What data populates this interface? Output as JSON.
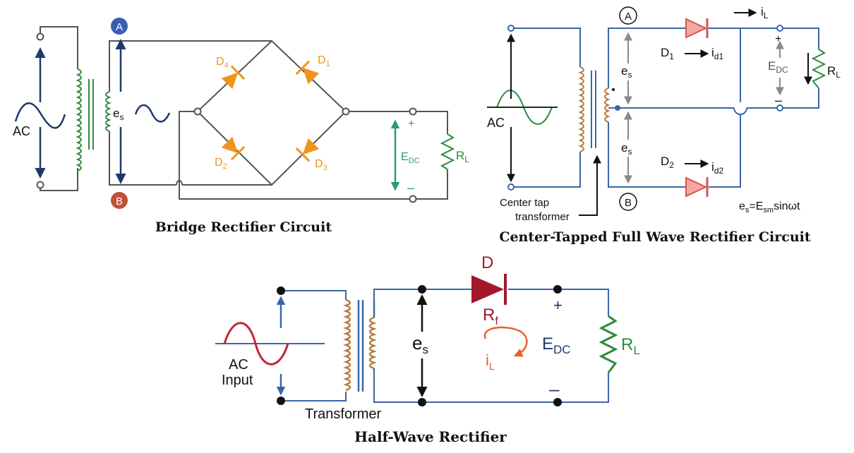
{
  "colors": {
    "wire_gray": "#555555",
    "wire_blue": "#3a66a8",
    "navy": "#1b3a6b",
    "coil_green": "#2e8b3a",
    "coil_brown": "#b37a3a",
    "diode_orange": "#f0941d",
    "diode_pink": "#f4a7a3",
    "diode_red": "#d9534f",
    "diode_dark_red": "#a3172b",
    "teal": "#2a9d6b",
    "current_orange": "#e8602c",
    "marker_a": "#3a5fb0",
    "marker_b": "#c0503a"
  },
  "bridge": {
    "title": "Bridge Rectifier Circuit",
    "ac_label": "AC",
    "es_main": "e",
    "es_sub": "s",
    "marker_a": "A",
    "marker_b": "B",
    "d1_main": "D",
    "d1_sub": "1",
    "d2_main": "D",
    "d2_sub": "2",
    "d3_main": "D",
    "d3_sub": "3",
    "d4_main": "D",
    "d4_sub": "4",
    "edc_main": "E",
    "edc_sub": "DC",
    "rl_main": "R",
    "rl_sub": "L",
    "plus": "+",
    "minus": "–"
  },
  "center_tap": {
    "title": "Center-Tapped Full Wave Rectifier Circuit",
    "ac_label": "AC",
    "marker_a": "A",
    "marker_b": "B",
    "es_main": "e",
    "es_sub": "s",
    "d1_main": "D",
    "d1_sub": "1",
    "d2_main": "D",
    "d2_sub": "2",
    "id1_main": "i",
    "id1_sub": "d1",
    "id2_main": "i",
    "id2_sub": "d2",
    "il_main": "i",
    "il_sub": "L",
    "edc_main": "E",
    "edc_sub": "DC",
    "rl_main": "R",
    "rl_sub": "L",
    "plus": "+",
    "minus": "–",
    "ct_line1": "Center tap",
    "ct_line2": "transformer",
    "eq_e": "e",
    "eq_s": "s",
    "eq_eq": "=E",
    "eq_sm": "sm",
    "eq_rest": "sinωt"
  },
  "half_wave": {
    "title": "Half-Wave Rectifier",
    "ac_line1": "AC",
    "ac_line2": "Input",
    "transformer": "Transformer",
    "d_label": "D",
    "rf_main": "R",
    "rf_sub": "f",
    "es_main": "e",
    "es_sub": "s",
    "il_main": "i",
    "il_sub": "L",
    "edc_main": "E",
    "edc_sub": "DC",
    "rl_main": "R",
    "rl_sub": "L",
    "plus": "+",
    "minus": "–"
  }
}
